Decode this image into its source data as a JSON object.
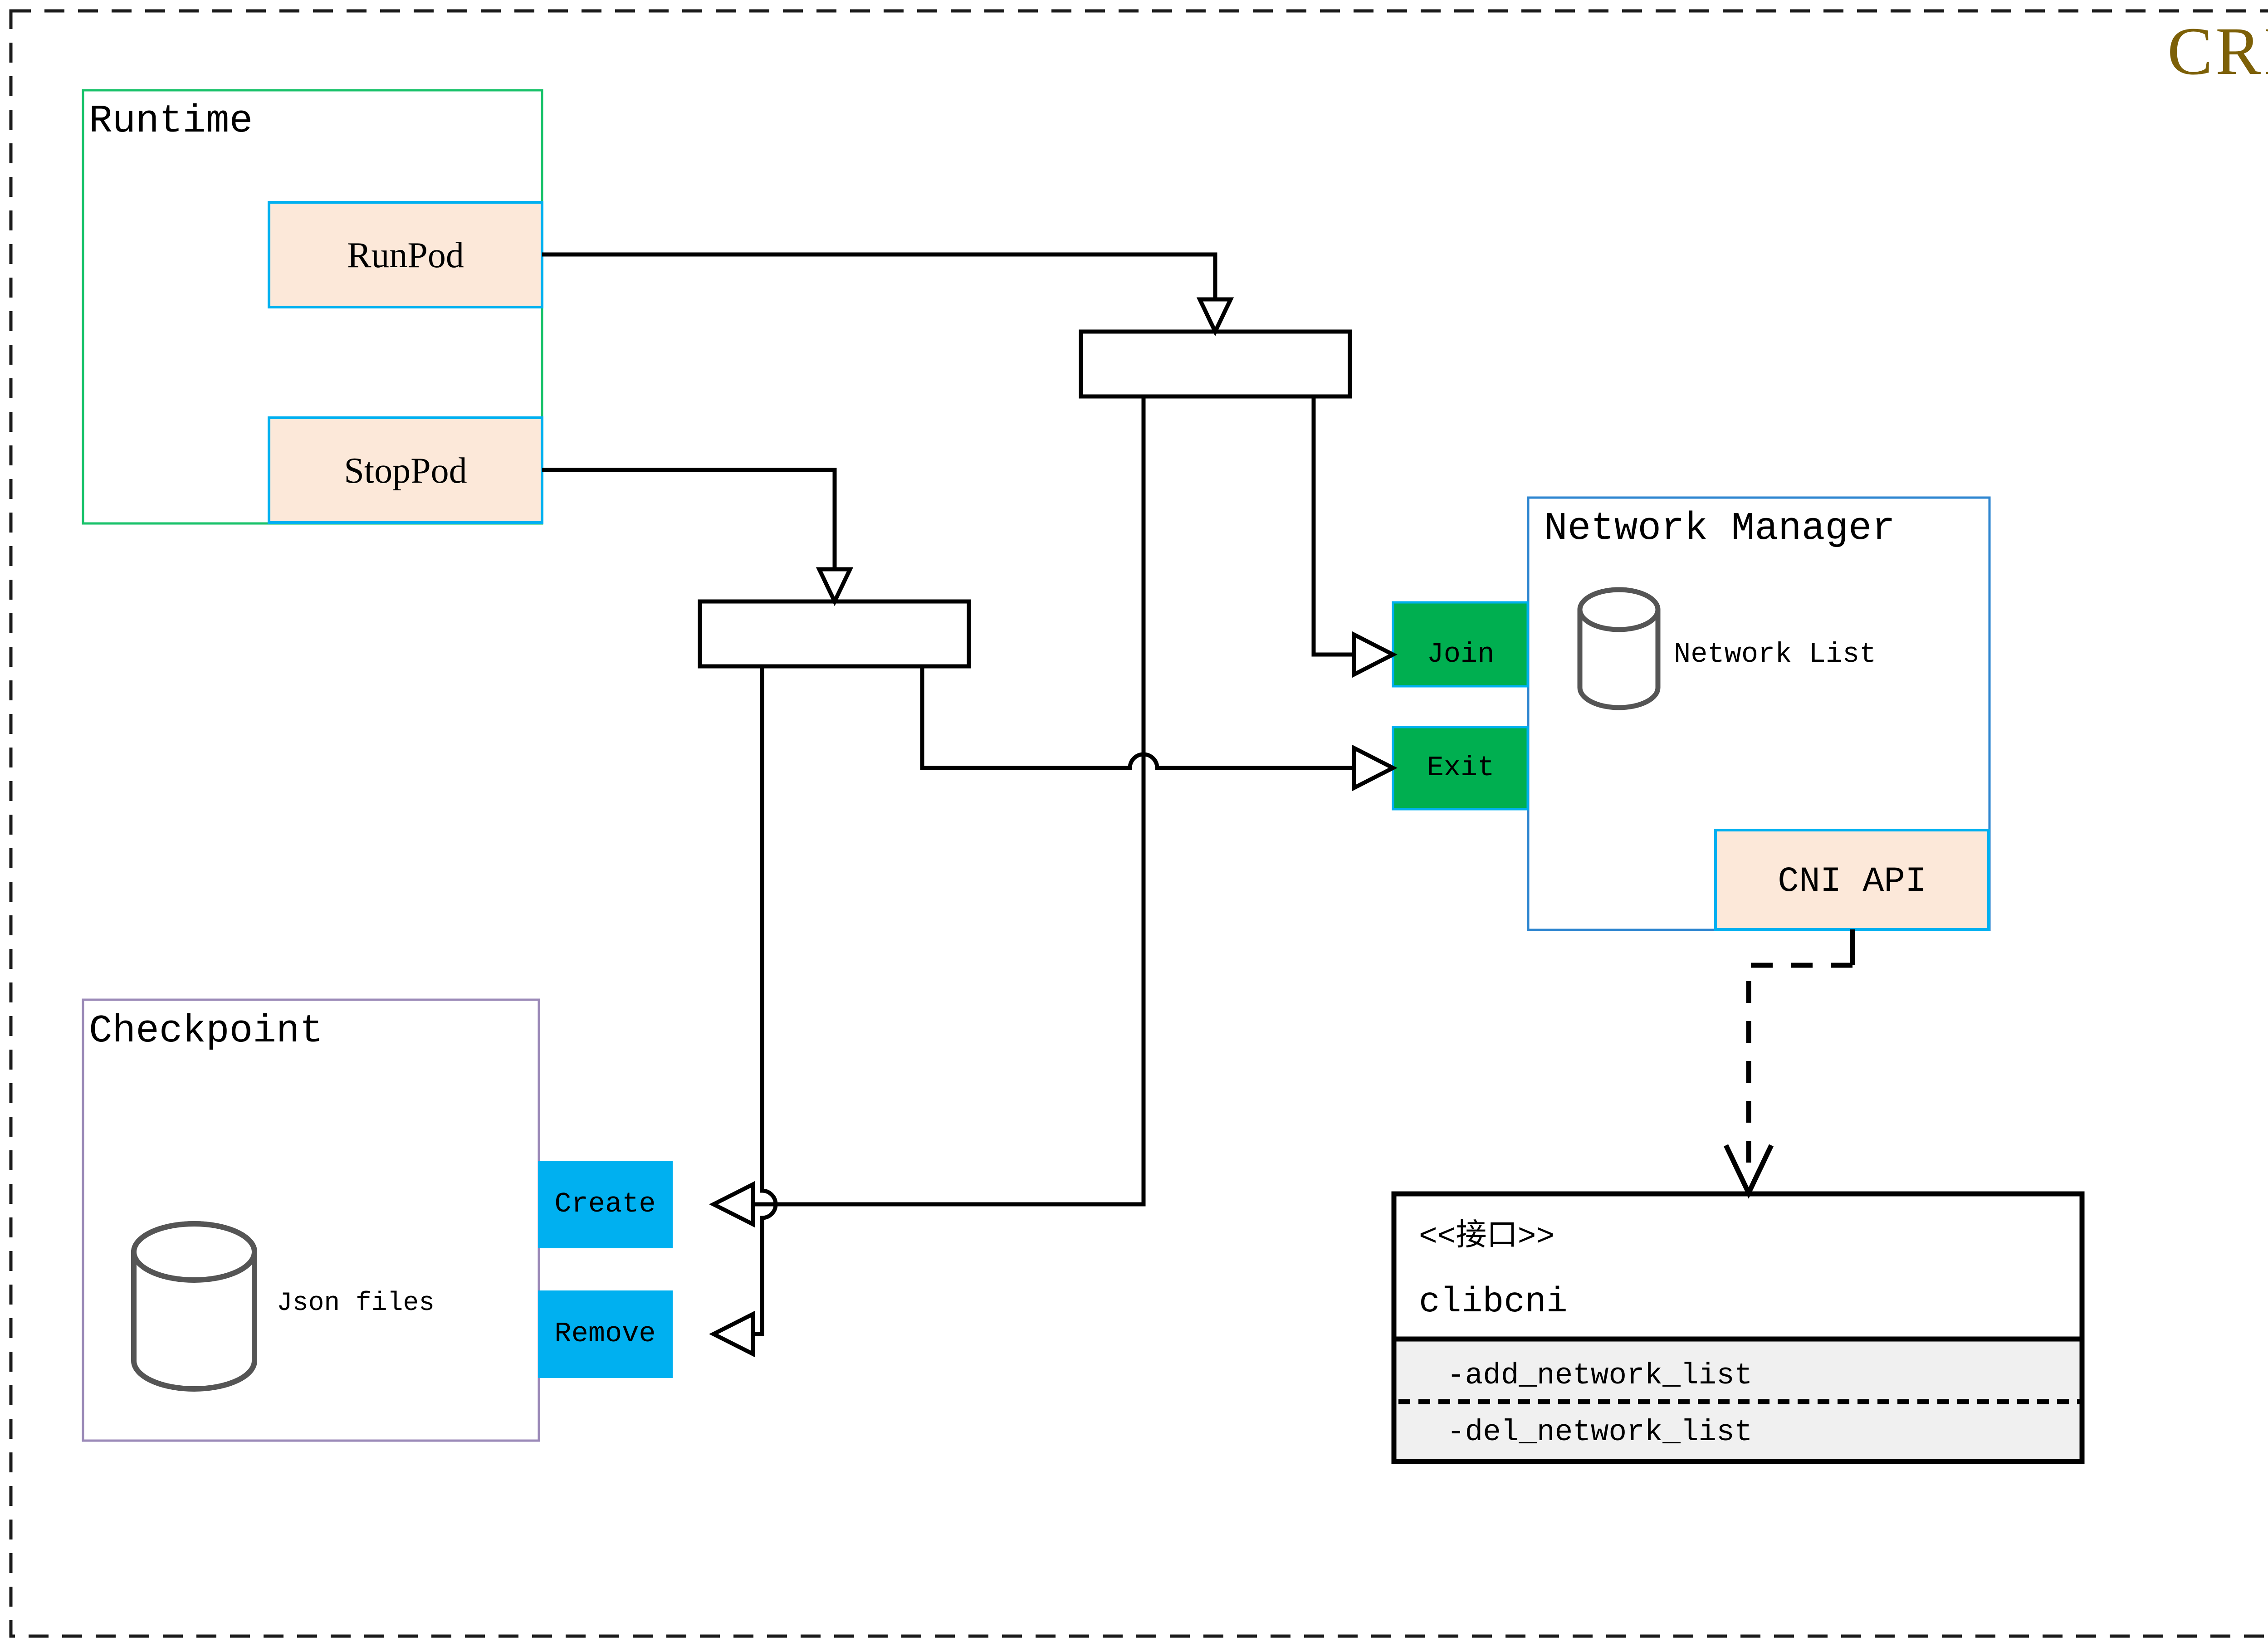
{
  "diagram": {
    "title": "CRI",
    "title_color": "#7d6007",
    "frame": {
      "style": "dashed",
      "color": "#1a1a1a"
    }
  },
  "groups": {
    "runtime": {
      "label": "Runtime",
      "border_color": "#18c26a",
      "methods": [
        {
          "id": "runpod",
          "label": "RunPod",
          "fill": "#fce8d9",
          "border": "#00b0f0"
        },
        {
          "id": "stoppod",
          "label": "StopPod",
          "fill": "#fce8d9",
          "border": "#00b0f0"
        }
      ]
    },
    "checkpoint": {
      "label": "Checkpoint",
      "border_color": "#9b8ab8",
      "store_label": "Json files",
      "store_icon": "cylinder-icon",
      "store_color": "#555555",
      "methods": [
        {
          "id": "create",
          "label": "Create",
          "fill": "#00b0f0"
        },
        {
          "id": "remove",
          "label": "Remove",
          "fill": "#00b0f0"
        }
      ]
    },
    "network_manager": {
      "label": "Network Manager",
      "border_color": "#2e86d0",
      "store_label": "Network List",
      "store_icon": "cylinder-icon",
      "store_color": "#555555",
      "methods": [
        {
          "id": "join",
          "label": "Join",
          "fill": "#00af50",
          "border": "#00b0f0"
        },
        {
          "id": "exit",
          "label": "Exit",
          "fill": "#00af50",
          "border": "#00b0f0"
        }
      ],
      "api_box": {
        "id": "cni-api",
        "label": "CNI API",
        "fill": "#fce8d9",
        "border": "#00b0f0"
      }
    }
  },
  "interface_box": {
    "stereotype": "<<接口>>",
    "name": "clibcni",
    "section_fill": "#f0f0f0",
    "methods": [
      "-add_network_list",
      "-del_network_list"
    ]
  },
  "junctions": [
    {
      "id": "junction-top",
      "fill": "#ffffff",
      "border": "#000000"
    },
    {
      "id": "junction-left",
      "fill": "#ffffff",
      "border": "#000000"
    }
  ],
  "edges": [
    {
      "id": "runpod-to-junction-top",
      "from": "RunPod",
      "to": "junction-top",
      "arrow": "hollow-triangle",
      "style": "solid"
    },
    {
      "id": "stoppod-to-junction-left",
      "from": "StopPod",
      "to": "junction-left",
      "arrow": "hollow-triangle",
      "style": "solid"
    },
    {
      "id": "junction-top-to-join",
      "from": "junction-top",
      "to": "Join",
      "arrow": "hollow-triangle",
      "style": "solid"
    },
    {
      "id": "junction-top-to-create",
      "from": "junction-top",
      "to": "Create",
      "arrow": "hollow-triangle",
      "style": "solid"
    },
    {
      "id": "junction-left-to-exit",
      "from": "junction-left",
      "to": "Exit",
      "arrow": "hollow-triangle",
      "style": "solid"
    },
    {
      "id": "junction-left-to-remove",
      "from": "junction-left",
      "to": "Remove",
      "arrow": "hollow-triangle",
      "style": "solid"
    },
    {
      "id": "cni-api-to-clibcni",
      "from": "CNI API",
      "to": "clibcni",
      "arrow": "open-v",
      "style": "dashed"
    }
  ]
}
